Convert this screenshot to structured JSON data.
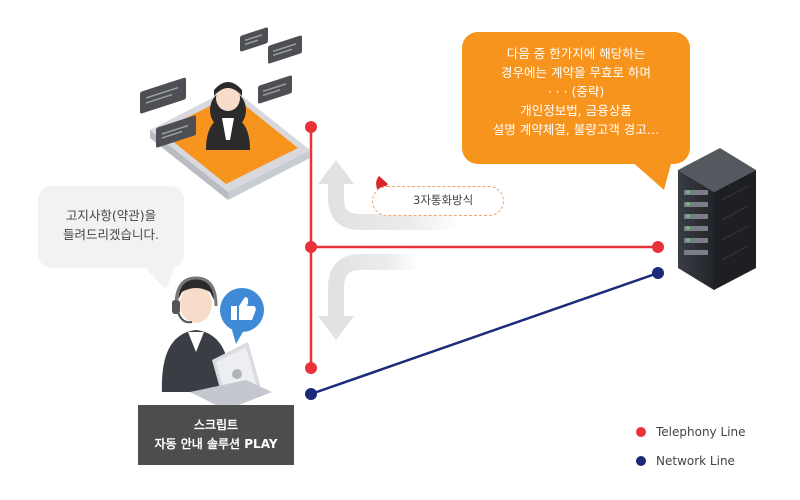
{
  "bubble_server": {
    "lines": [
      "다음 중 한가지에 해당하는",
      "경우에는 계약을 무효로 하며",
      "· · · (중략)",
      "개인정보법, 금융상품",
      "설명 계약체결, 불량고객 경고…"
    ]
  },
  "bubble_agent": {
    "lines": [
      "고지사항(약관)을",
      "들려드리겠습니다."
    ]
  },
  "call_badge": {
    "label": "3자통화방식"
  },
  "script_box": {
    "lines": [
      "스크립트",
      "자동 안내 솔루션 PLAY"
    ]
  },
  "legend": [
    {
      "label": "Telephony Line",
      "color": "#e8333a"
    },
    {
      "label": "Network Line",
      "color": "#1c2a7a"
    }
  ],
  "colors": {
    "telephony": "#e8333a",
    "network": "#1c2a7a",
    "orange": "#f7941d",
    "arrow_grey": "#e6e6e6"
  },
  "icons": [
    "phone-icon",
    "thumbs-up-icon",
    "server-icon",
    "laptop-icon",
    "headset-icon",
    "chat-bubble-icon"
  ]
}
